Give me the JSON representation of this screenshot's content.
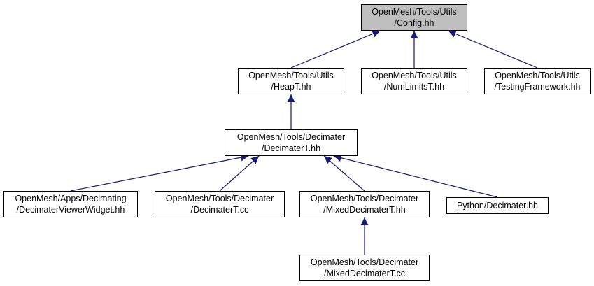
{
  "diagram": {
    "nodes": {
      "config": {
        "line1": "OpenMesh/Tools/Utils",
        "line2": "/Config.hh",
        "highlighted": true
      },
      "heapt": {
        "line1": "OpenMesh/Tools/Utils",
        "line2": "/HeapT.hh"
      },
      "numlimitst": {
        "line1": "OpenMesh/Tools/Utils",
        "line2": "/NumLimitsT.hh"
      },
      "testingframework": {
        "line1": "OpenMesh/Tools/Utils",
        "line2": "/TestingFramework.hh"
      },
      "decimatert_hh": {
        "line1": "OpenMesh/Tools/Decimater",
        "line2": "/DecimaterT.hh"
      },
      "decimaterviewerwidget": {
        "line1": "OpenMesh/Apps/Decimating",
        "line2": "/DecimaterViewerWidget.hh"
      },
      "decimatert_cc": {
        "line1": "OpenMesh/Tools/Decimater",
        "line2": "/DecimaterT.cc"
      },
      "mixeddecimatert_hh": {
        "line1": "OpenMesh/Tools/Decimater",
        "line2": "/MixedDecimaterT.hh"
      },
      "python_decimater": {
        "line1": "Python/Decimater.hh",
        "line2": ""
      },
      "mixeddecimatert_cc": {
        "line1": "OpenMesh/Tools/Decimater",
        "line2": "/MixedDecimaterT.cc"
      }
    },
    "edges": [
      {
        "from": "heapt",
        "to": "config"
      },
      {
        "from": "numlimitst",
        "to": "config"
      },
      {
        "from": "testingframework",
        "to": "config"
      },
      {
        "from": "decimatert_hh",
        "to": "heapt"
      },
      {
        "from": "decimaterviewerwidget",
        "to": "decimatert_hh"
      },
      {
        "from": "decimatert_cc",
        "to": "decimatert_hh"
      },
      {
        "from": "mixeddecimatert_hh",
        "to": "decimatert_hh"
      },
      {
        "from": "python_decimater",
        "to": "decimatert_hh"
      },
      {
        "from": "mixeddecimatert_cc",
        "to": "mixeddecimatert_hh"
      }
    ],
    "colors": {
      "edge": "#191970",
      "root_fill": "#bfbfbf",
      "node_fill": "#ffffff",
      "border": "#000000"
    }
  }
}
